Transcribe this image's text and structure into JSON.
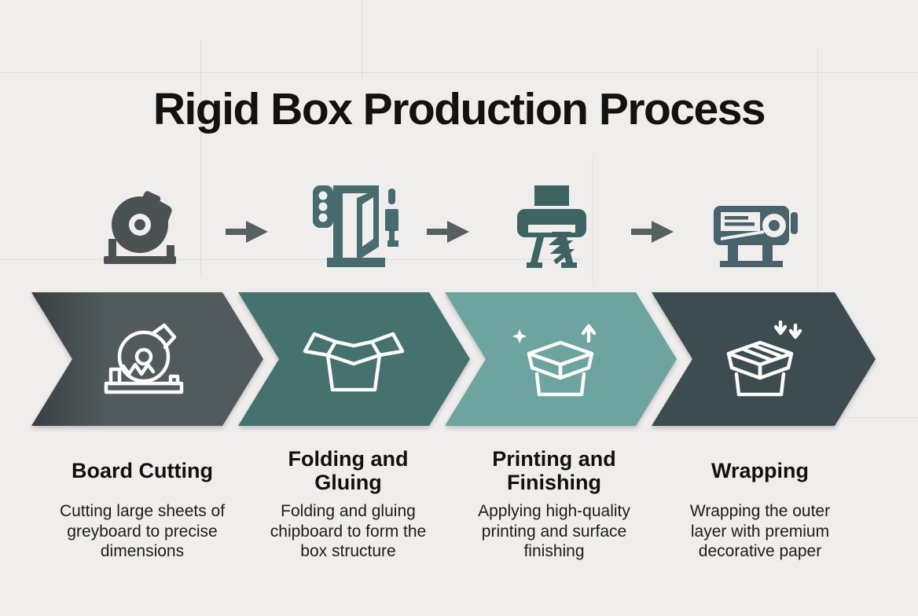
{
  "title": "Rigid Box Production Process",
  "colors": {
    "background": "#efeeec",
    "arrow": "#575f61",
    "band_icon_stroke": "#fbfbfb"
  },
  "arrow_icon": "right-arrow-icon",
  "steps": [
    {
      "name": "Board Cutting",
      "description": "Cutting large sheets of greyboard to precise dimensions",
      "machine_icon": "circular-saw-machine-icon",
      "band_icon": "circular-saw-outline-icon",
      "machine_color": "#4a5254",
      "chevron_color": "#515a5c"
    },
    {
      "name": "Folding and Gluing",
      "description": "Folding and gluing chipboard to form the box structure",
      "machine_icon": "folding-machine-icon",
      "band_icon": "open-box-outline-icon",
      "machine_color": "#476b6e",
      "chevron_color": "#45716f"
    },
    {
      "name": "Printing and Finishing",
      "description": "Applying high-quality printing and surface finishing",
      "machine_icon": "printing-machine-icon",
      "band_icon": "sparkle-box-outline-icon",
      "machine_color": "#3e6363",
      "chevron_color": "#6da49f"
    },
    {
      "name": "Wrapping",
      "description": "Wrapping the outer layer with premium decorative paper",
      "machine_icon": "wrapping-machine-icon",
      "band_icon": "wrapped-box-down-arrows-icon",
      "machine_color": "#4a626c",
      "chevron_color": "#3c4c51"
    }
  ]
}
